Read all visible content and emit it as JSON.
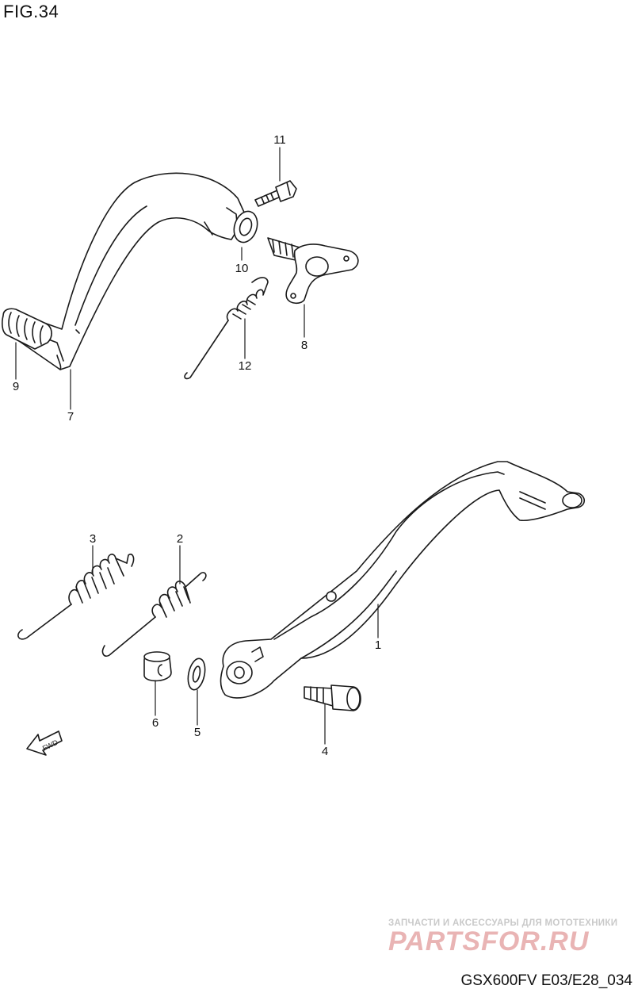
{
  "figure_label": "FIG.34",
  "diagram_code": "GSX600FV E03/E28_034",
  "watermark": {
    "tagline": "ЗАПЧАСТИ И АКСЕССУАРЫ ДЛЯ МОТОТЕХНИКИ",
    "brand": "PARTSFOR.RU"
  },
  "fwd_label": "FWD",
  "callouts": [
    "1",
    "2",
    "3",
    "4",
    "5",
    "6",
    "7",
    "8",
    "9",
    "10",
    "11",
    "12"
  ],
  "colors": {
    "line": "#1a1a1a",
    "background": "#ffffff",
    "watermark_brand": "#e9b4b4",
    "watermark_tagline": "#c9c9c9"
  }
}
